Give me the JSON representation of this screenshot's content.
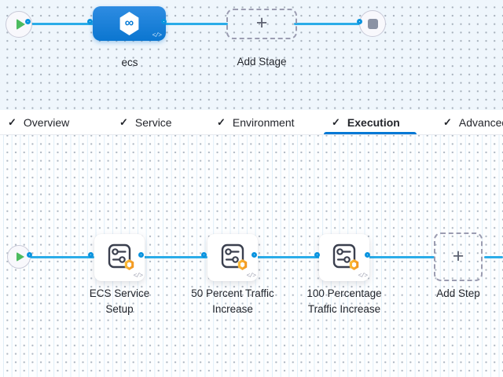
{
  "glyphs": {
    "check": "✓",
    "plus": "+",
    "code": "</>",
    "infinity": "∞"
  },
  "stage_pipeline": {
    "stage": {
      "name": "ecs"
    },
    "add_stage": {
      "label": "Add Stage"
    }
  },
  "tabs": {
    "active": "Execution",
    "items": [
      {
        "label": "Overview"
      },
      {
        "label": "Service"
      },
      {
        "label": "Environment"
      },
      {
        "label": "Execution"
      },
      {
        "label": "Advanced"
      }
    ]
  },
  "execution": {
    "steps": [
      {
        "label": "ECS Service Setup"
      },
      {
        "label": "50 Percent Traffic Increase"
      },
      {
        "label": "100 Percentage Traffic Increase"
      }
    ],
    "add_step": {
      "label": "Add Step"
    }
  },
  "colors": {
    "connector": "#2BACE8",
    "port_border": "#0A93DF",
    "stage_node_blue": "#0B76D0",
    "tab_underline": "#0278D5",
    "badge_orange": "#EF8E1C",
    "play_green": "#4CBB5F",
    "stop_gray": "#8A92A4",
    "canvas_top_bg": "#EFF6FC",
    "canvas_bottom_bg": "#FDFEFF"
  }
}
